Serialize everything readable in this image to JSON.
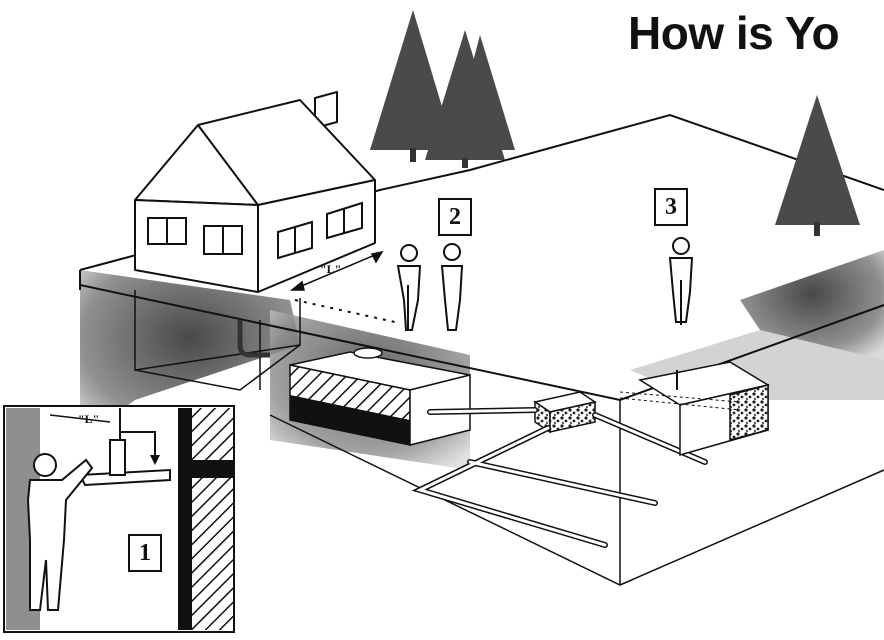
{
  "title": "How is Yo",
  "callouts": {
    "one": "1",
    "two": "2",
    "three": "3"
  },
  "dimension_labels": {
    "house": "\"L\"",
    "inset": "\"L\""
  },
  "colors": {
    "ink": "#111111",
    "shade": "#6d6d6d",
    "tree": "#4a4a4a",
    "paper": "#ffffff"
  }
}
